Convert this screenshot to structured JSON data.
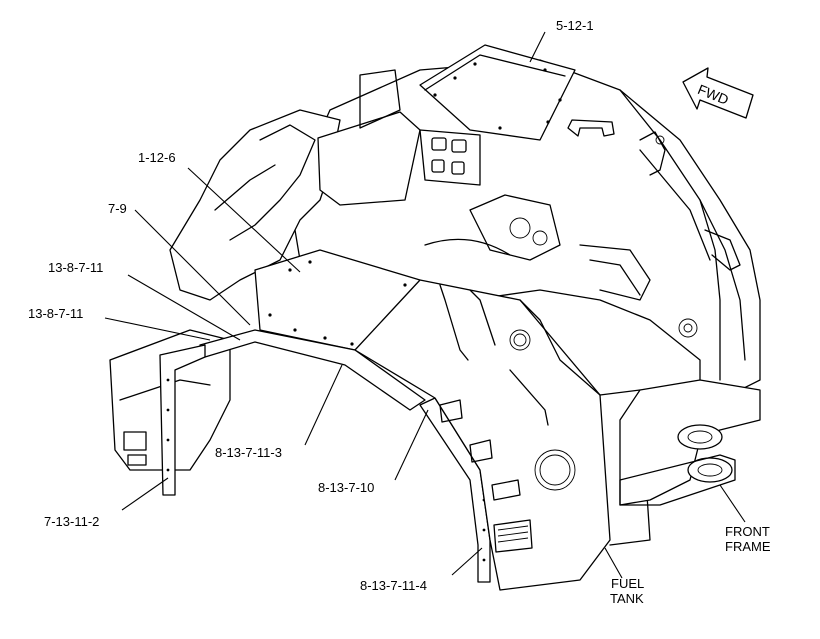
{
  "diagram": {
    "callouts": {
      "c_5_12_1": "5-12-1",
      "c_1_12_6": "1-12-6",
      "c_7_9": "7-9",
      "c_13_8_7_11_a": "13-8-7-11",
      "c_13_8_7_11_b": "13-8-7-11",
      "c_8_13_7_11_3": "8-13-7-11-3",
      "c_8_13_7_10": "8-13-7-10",
      "c_7_13_11_2": "7-13-11-2",
      "c_8_13_7_11_4": "8-13-7-11-4"
    },
    "labels": {
      "fwd": "FWD",
      "front_frame_line1": "FRONT",
      "front_frame_line2": "FRAME",
      "fuel_tank_line1": "FUEL",
      "fuel_tank_line2": "TANK"
    }
  }
}
